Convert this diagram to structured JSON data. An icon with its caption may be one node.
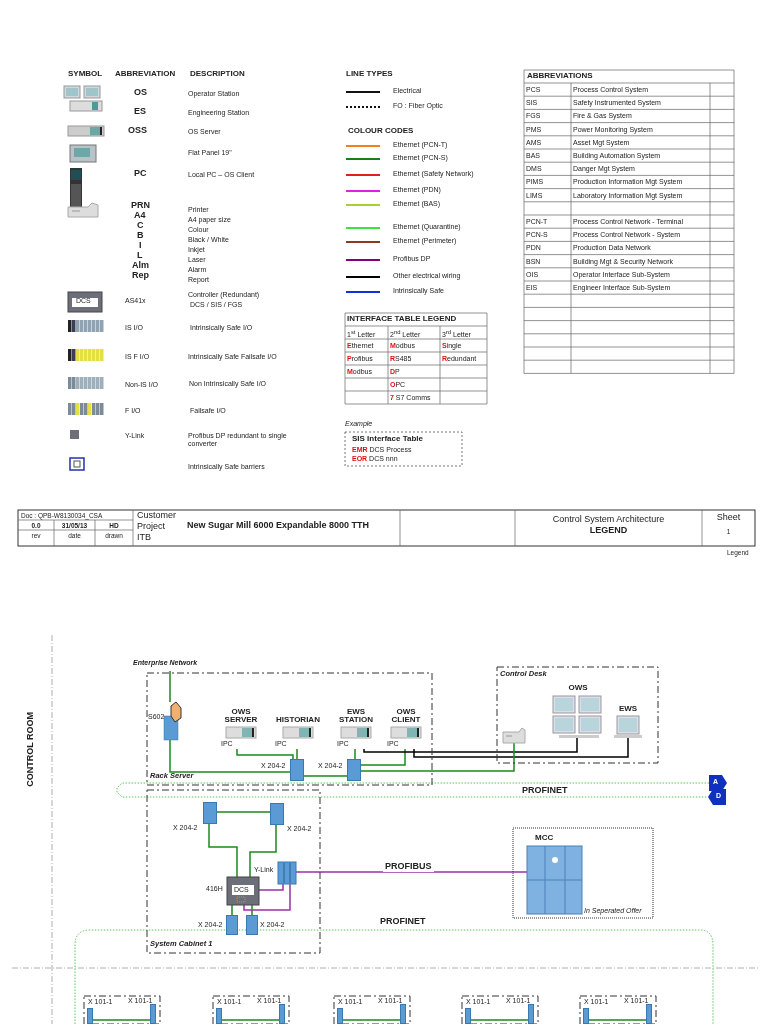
{
  "diagram": {
    "nodes": [
      {
        "text": [
          "Enterprise Network"
        ]
      },
      {
        "text": [
          "Rack Server"
        ]
      },
      {
        "text": [],
        "shape": "box",
        "in": 1,
        "beside": [
          "S602"
        ]
      },
      {
        "text": [
          "OWS SERVER",
          "IPC"
        ],
        "in": 1
      },
      {
        "text": [
          "HISTORIAN",
          "IPC"
        ],
        "in": 1
      },
      {
        "text": [
          "EWS STATION",
          "IPC"
        ],
        "in": 1
      },
      {
        "text": [
          "OWS CLIENT",
          "IPC"
        ],
        "in": 1
      },
      {
        "text": [],
        "shape": "box",
        "in": 1,
        "beside": [
          "X 204-2"
        ]
      },
      {
        "text": [],
        "shape": "box",
        "in": 1,
        "beside": [
          "X 204-2"
        ]
      },
      {
        "text": [
          "Control Desk"
        ]
      },
      {
        "text": [],
        "shape": "printer",
        "in": 9
      },
      {
        "text": [
          "OWS"
        ],
        "in": 9
      },
      {
        "text": [
          "EWS"
        ],
        "in": 9
      },
      {
        "text": [
          "A"
        ]
      },
      {
        "text": [
          "D"
        ]
      },
      {
        "text": [
          "System Cabinet 1"
        ]
      },
      {
        "text": [],
        "shape": "box",
        "in": 15,
        "beside": [
          "X 204-2"
        ]
      },
      {
        "text": [],
        "shape": "box",
        "in": 15,
        "beside": [
          "X 204-2"
        ]
      },
      {
        "text": [
          "DCS"
        ],
        "in": 15,
        "beside": [
          "416H"
        ]
      },
      {
        "text": [],
        "shape": "box",
        "in": 15,
        "beside": [
          "Y-Link"
        ]
      },
      {
        "text": [],
        "shape": "box",
        "in": 15,
        "beside": [
          "X 204-2"
        ]
      },
      {
        "text": [],
        "shape": "box",
        "in": 15,
        "beside": [
          "X 204-2"
        ]
      },
      {
        "text": [
          "MCC",
          "In Seperated Offer"
        ]
      },
      {
        "text": [],
        "shape": "box",
        "in": 22
      },
      {
        "text": [],
        "shape": "box"
      },
      {
        "text": [],
        "shape": "box"
      },
      {
        "text": [],
        "shape": "box"
      },
      {
        "text": [],
        "shape": "box"
      },
      {
        "text": [],
        "shape": "box"
      },
      {
        "text": [],
        "shape": "box",
        "in": 24,
        "beside": [
          "X 101-1"
        ]
      },
      {
        "text": [],
        "shape": "box",
        "in": 24,
        "beside": [
          "X 101-1"
        ]
      },
      {
        "text": [],
        "shape": "box",
        "in": 25,
        "beside": [
          "X 101-1"
        ]
      },
      {
        "text": [],
        "shape": "box",
        "in": 25,
        "beside": [
          "X 101-1"
        ]
      },
      {
        "text": [],
        "shape": "box",
        "in": 26,
        "beside": [
          "X 101-1"
        ]
      },
      {
        "text": [],
        "shape": "box",
        "in": 26,
        "beside": [
          "X 101-1"
        ]
      },
      {
        "text": [],
        "shape": "box",
        "in": 27,
        "beside": [
          "X 101-1"
        ]
      },
      {
        "text": [],
        "shape": "box",
        "in": 27,
        "beside": [
          "X 101-1"
        ]
      },
      {
        "text": [],
        "shape": "box",
        "in": 28,
        "beside": [
          "X 101-1"
        ]
      },
      {
        "text": [],
        "shape": "box",
        "in": 28,
        "beside": [
          "X 101-1"
        ]
      }
    ],
    "edges": [
      {
        "from": 0,
        "to": 2,
        "arrow": "none"
      },
      {
        "from": 2,
        "to": 7,
        "arrow": "none"
      },
      {
        "from": 3,
        "to": 7,
        "arrow": "none"
      },
      {
        "from": 4,
        "to": 7,
        "arrow": "none"
      },
      {
        "from": 7,
        "to": 8,
        "arrow": "none"
      },
      {
        "from": 5,
        "to": 8,
        "arrow": "none"
      },
      {
        "from": 6,
        "to": 8,
        "arrow": "none"
      },
      {
        "from": 5,
        "to": 11,
        "arrow": "none",
        "color": "#000000"
      },
      {
        "from": 6,
        "to": 12,
        "arrow": "none",
        "color": "#000000"
      },
      {
        "from": 8,
        "to": 10,
        "arrow": "none"
      },
      {
        "from": 13,
        "to": 14,
        "arrow": "none",
        "label": "PROFINET",
        "style": "dashed",
        "color": "#5cc65c"
      },
      {
        "from": 16,
        "to": 17,
        "arrow": "none"
      },
      {
        "from": 16,
        "to": 18,
        "arrow": "none"
      },
      {
        "from": 17,
        "to": 18,
        "arrow": "none"
      },
      {
        "from": 18,
        "to": 20,
        "arrow": "none"
      },
      {
        "from": 18,
        "to": 21,
        "arrow": "none"
      },
      {
        "from": 18,
        "to": 19,
        "arrow": "none",
        "color": "#9b2fa8"
      },
      {
        "from": 18,
        "to": 19,
        "arrow": "none",
        "color": "#9b2fa8"
      },
      {
        "from": 19,
        "to": 23,
        "arrow": "none",
        "label": "PROFIBUS",
        "color": "#9b2fa8"
      },
      {
        "from": 29,
        "to": 30,
        "arrow": "none"
      },
      {
        "from": 31,
        "to": 32,
        "arrow": "none"
      },
      {
        "from": 33,
        "to": 34,
        "arrow": "none"
      },
      {
        "from": 35,
        "to": 36,
        "arrow": "none"
      },
      {
        "from": 37,
        "to": 38,
        "arrow": "none"
      }
    ],
    "labels": [
      "SYMBOL",
      "ABBREVIATION",
      "DESCRIPTION",
      "OS",
      "Operator Station",
      "ES",
      "Engineering Station",
      "OSS",
      "OS Server",
      "Flat Panel 19\"",
      "PC",
      "Local PC – OS Client",
      "PRN",
      "Printer",
      "A4",
      "A4 paper size",
      "C",
      "Colour",
      "B",
      "Black / White",
      "I",
      "Inkjet",
      "L",
      "Laser",
      "Alm",
      "Alarm",
      "Rep",
      "Report",
      "DCS",
      "AS41x",
      "Controller (Redundant)",
      "DCS / SIS / FGS",
      "IS I/O",
      "Intrinsically Safe I/O",
      "IS F I/O",
      "Intrinsically Safe Failsafe I/O",
      "Non-IS I/O",
      "Non Intrinsically Safe I/O",
      "F I/O",
      "Failsafe I/O",
      "Y-Link",
      "Profibus DP redundant to single converter",
      "Intrinsically Safe barriers",
      "LINE TYPES",
      "COLOUR CODES",
      "INTERFACE TABLE LEGEND",
      "1$^{st}$ Letter",
      "2$^{nd}$ Letter",
      "3$^{rd}$ Letter",
      "**E**thernet",
      "**M**odbus",
      "**S**ingle",
      "**P**rofibus",
      "**R**S485",
      "**R**edundant",
      "**M**odbus",
      "**D**P",
      "**O**PC",
      "**7** S7 Comms",
      "Example",
      "SIS Interface Table",
      "**EMR** DCS Process",
      "**EOR** DCS nnn",
      "ABBREVIATIONS",
      "PCS",
      "Process Control System",
      "SIS",
      "Safety Instrumented System",
      "FGS",
      "Fire & Gas System",
      "PMS",
      "Power Monitoring System",
      "AMS",
      "Asset Mgt System",
      "BAS",
      "Building Automation System",
      "DMS",
      "Danger Mgt System",
      "PIMS",
      "Production Information Mgt System",
      "LIMS",
      "Laboratory Information Mgt System",
      "PCN-T",
      "Process Control Network - Terminal",
      "PCN-S",
      "Process Control Network - System",
      "PDN",
      "Production Data Network",
      "BSN",
      "Building Mgt & Security Network",
      "OIS",
      "Operator Interface Sub-System",
      "EIS",
      "Engineer Interface Sub-System",
      "Doc : QPB-W8130034_CSA",
      "0.0",
      "31/05/13",
      "HD",
      "rev",
      "date",
      "drawn",
      "Customer",
      "Project",
      "New Sugar Mill 6000 Expandable 8000 TTH",
      "ITB",
      "Control System Architecture",
      "LEGEND",
      "Sheet",
      "1",
      "Legend",
      "CONTROL ROOM",
      "PROFINET"
    ],
    "legend": [
      {
        "text": "Electrical"
      },
      {
        "text": "FO : Fiber Optic"
      },
      {
        "text": "Ethernet (PCN-T)",
        "color": "#f08020"
      },
      {
        "text": "Ethernet (PCN-S)",
        "color": "#1a7f1a"
      },
      {
        "text": "Ethernet (Safety Network)",
        "color": "#e02020"
      },
      {
        "text": "Ethernet (PDN)",
        "color": "#e020e0"
      },
      {
        "text": "Ethernet (BAS)",
        "color": "#a8d030"
      },
      {
        "text": "Ethernet (Quarantine)",
        "color": "#40e040"
      },
      {
        "text": "Ethernet (Perimeter)",
        "color": "#8b3a1a"
      },
      {
        "text": "Profibus DP",
        "color": "#800080"
      },
      {
        "text": "Other electrical wiring",
        "color": "#000000"
      },
      {
        "text": "Intrinsically Safe",
        "color": "#1030e0"
      }
    ]
  }
}
